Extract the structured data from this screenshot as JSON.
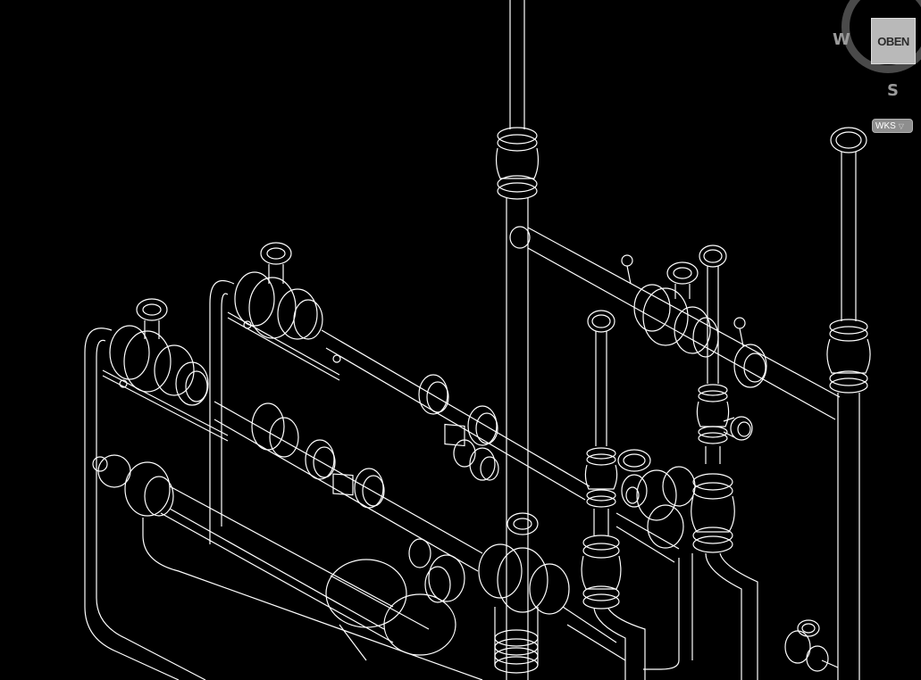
{
  "app": {
    "background_color": "#000000",
    "line_color": "#ffffff"
  },
  "viewcube": {
    "face_label": "OBEN",
    "compass_west": "W",
    "compass_south": "S",
    "ring_color": "#4a4a4a",
    "face_color": "#b9b9b9"
  },
  "wcs": {
    "label": "WKS",
    "icon": "chevron-down-icon"
  },
  "model": {
    "description_icon": "piping-isometric-drawing"
  }
}
